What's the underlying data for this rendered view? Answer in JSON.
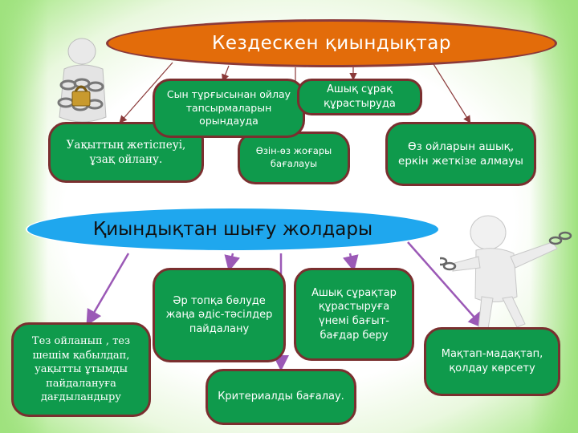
{
  "title": "Кездескен қиындықтар",
  "difficulties": [
    "Сын тұрғысынан ойлау тапсырмаларын орындауда",
    "Ашық сұрақ құрастыруда",
    "Уақыттың жетіспеуі, ұзақ ойлану.",
    "Өзін-өз жоғары бағалауы",
    "Өз ойларын ашық, еркін жеткізе алмауы"
  ],
  "solutions_title": "Қиындықтан шығу жолдары",
  "solutions": [
    "Тез ойланып , тез шешім қабылдап, уақытты ұтымды пайдалануға дағдыландыру",
    "Әр топқа бөлуде жаңа әдіс-тәсілдер пайдалану",
    "Критериалды бағалау.",
    "Ашық сұрақтар құрастыруға үнемі бағыт-бағдар беру",
    "Мақтап-мадақтап, қолдау көрсету"
  ],
  "colors": {
    "orange": "#e36c0a",
    "blue": "#1fa7ee",
    "green": "#0f9a4c",
    "border": "#7a2f2f",
    "arrow": "#8b3a3a",
    "purple": "#9b59b6"
  }
}
